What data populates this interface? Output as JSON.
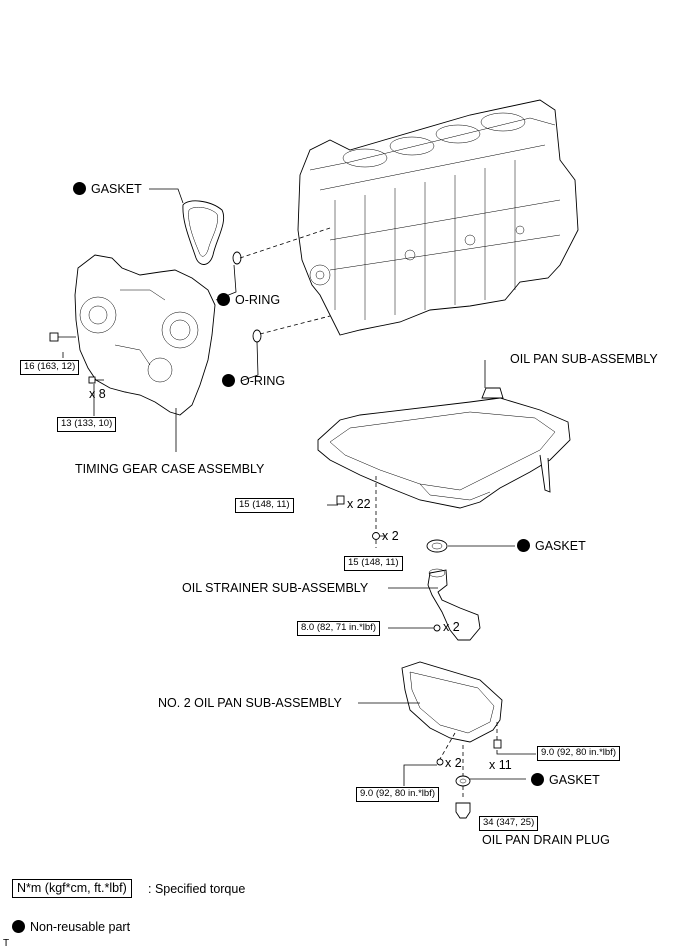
{
  "labels": {
    "gasket_top": "GASKET",
    "o_ring_1": "O-RING",
    "o_ring_2": "O-RING",
    "timing_gear_case": "TIMING GEAR CASE ASSEMBLY",
    "oil_pan_sub": "OIL PAN SUB-ASSEMBLY",
    "gasket_mid": "GASKET",
    "oil_strainer": "OIL STRAINER SUB-ASSEMBLY",
    "no2_oil_pan": "NO. 2 OIL PAN SUB-ASSEMBLY",
    "gasket_bottom": "GASKET",
    "drain_plug": "OIL PAN DRAIN PLUG"
  },
  "torques": {
    "t1": "16 (163, 12)",
    "t2": "13 (133, 10)",
    "t3": "15 (148, 11)",
    "t4": "15 (148, 11)",
    "t5": "8.0 (82, 71 in.*lbf)",
    "t6": "9.0 (92, 80 in.*lbf)",
    "t7": "9.0 (92, 80 in.*lbf)",
    "t8": "34 (347, 25)"
  },
  "multipliers": {
    "m1": "x 8",
    "m2": "x 22",
    "m3": "x 2",
    "m4": "x 2",
    "m5": "x 2",
    "m6": "x 11"
  },
  "legend": {
    "torque_unit": "N*m (kgf*cm, ft.*lbf)",
    "torque_desc": ": Specified torque",
    "nonreusable_desc": "Non-reusable part"
  },
  "corner_mark": "T"
}
